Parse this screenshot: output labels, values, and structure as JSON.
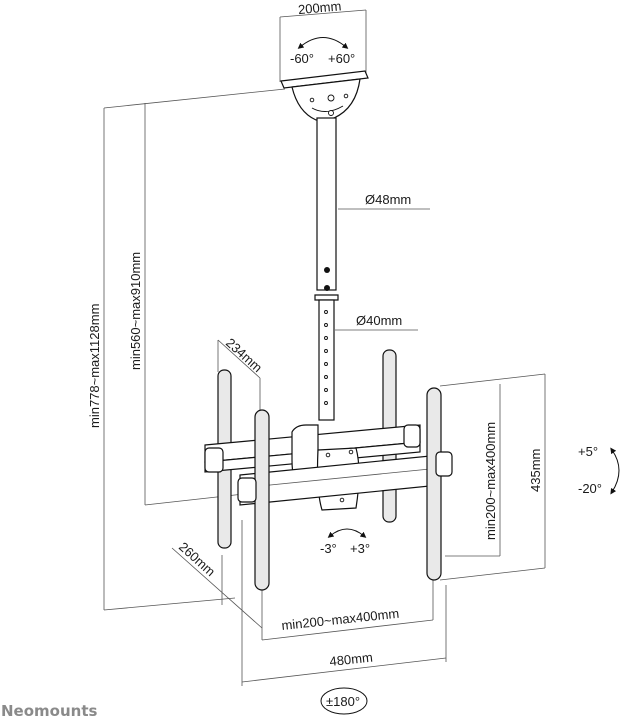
{
  "diagram": {
    "title": "Ceiling TV mount dimension drawing",
    "brand": "Neomounts",
    "dimensions": {
      "ceiling_plate_width": "200mm",
      "total_height": "min778~max1128mm",
      "pole_height": "min560~max910mm",
      "upper_pole_diameter": "Ø48mm",
      "lower_pole_diameter": "Ø40mm",
      "bracket_depth_top": "234mm",
      "bracket_depth_bottom": "260mm",
      "vesa_height": "min200~max400mm",
      "bracket_height": "435mm",
      "vesa_width": "min200~max400mm",
      "total_width": "480mm"
    },
    "angles": {
      "ceiling_swivel_left": "-60°",
      "ceiling_swivel_right": "+60°",
      "tilt_up": "+5°",
      "tilt_down": "-20°",
      "level_left": "-3°",
      "level_right": "+3°",
      "rotation": "±180°"
    }
  }
}
